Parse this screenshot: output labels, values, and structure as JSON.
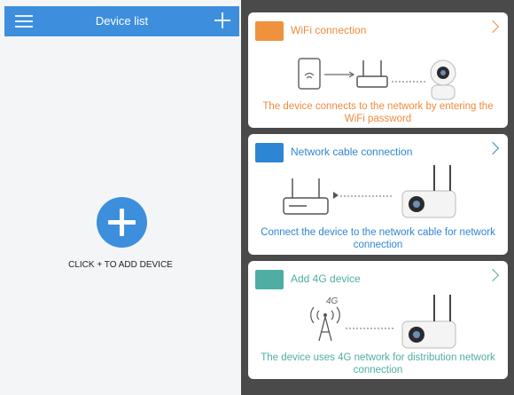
{
  "header": {
    "title": "Device list"
  },
  "main": {
    "add_text": "CLICK + TO ADD DEVICE"
  },
  "colors": {
    "accent": "#3d8fdd",
    "wifi": "#f0913e",
    "cable": "#2d86d3",
    "lte": "#4fada4"
  },
  "options": [
    {
      "title": "WiFi connection",
      "description": "The device connects to the network by entering the WiFi password",
      "icon": "wifi-camera-diagram"
    },
    {
      "title": "Network cable connection",
      "description": "Connect the device to the network cable for network connection",
      "icon": "cable-camera-diagram"
    },
    {
      "title": "Add 4G device",
      "description": "The device uses 4G network for distribution network connection",
      "icon": "4g-camera-diagram",
      "badge": "4G"
    }
  ]
}
